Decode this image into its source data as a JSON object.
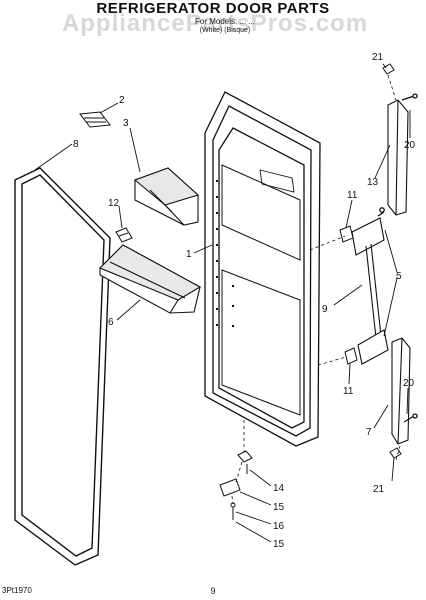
{
  "title": "REFRIGERATOR DOOR PARTS",
  "subtitle": "For Models: ... ...",
  "subtitle2": "(White)   (Bisque)",
  "watermark": "AppliancePartsPros.com",
  "footer_code": "3Pt1970",
  "page_number": "9",
  "callouts": [
    {
      "id": "c2",
      "label": "2"
    },
    {
      "id": "c3",
      "label": "3"
    },
    {
      "id": "c8",
      "label": "8"
    },
    {
      "id": "c12",
      "label": "12"
    },
    {
      "id": "c1",
      "label": "1"
    },
    {
      "id": "c6",
      "label": "6"
    },
    {
      "id": "c21a",
      "label": "21"
    },
    {
      "id": "c20a",
      "label": "20"
    },
    {
      "id": "c13",
      "label": "13"
    },
    {
      "id": "c11a",
      "label": "11"
    },
    {
      "id": "c5",
      "label": "5"
    },
    {
      "id": "c9",
      "label": "9"
    },
    {
      "id": "c11b",
      "label": "11"
    },
    {
      "id": "c20b",
      "label": "20"
    },
    {
      "id": "c7",
      "label": "7"
    },
    {
      "id": "c21b",
      "label": "21"
    },
    {
      "id": "c14",
      "label": "14"
    },
    {
      "id": "c15a",
      "label": "15"
    },
    {
      "id": "c16",
      "label": "16"
    },
    {
      "id": "c15b",
      "label": "15"
    }
  ]
}
